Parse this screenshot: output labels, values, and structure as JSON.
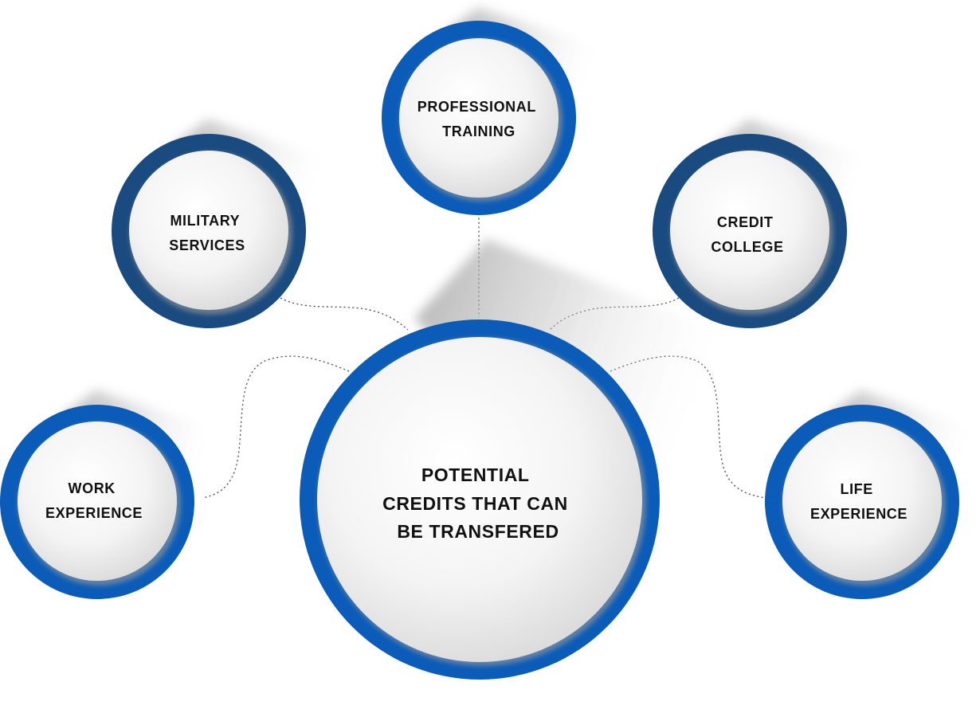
{
  "colors": {
    "bright_blue": "#0b5cb8",
    "dark_blue": "#1a4b80",
    "disc_light": "#fcfcfc",
    "disc_dark": "#d9d9d9",
    "text": "#111111"
  },
  "center": {
    "lines": [
      "POTENTIAL",
      "CREDITS THAT CAN",
      "BE TRANSFERED"
    ]
  },
  "nodes": [
    {
      "id": "professional-training",
      "lines": [
        "PROFESSIONAL",
        "TRAINING"
      ],
      "ring_color": "bright_blue"
    },
    {
      "id": "military-services",
      "lines": [
        "MILITARY",
        "SERVICES"
      ],
      "ring_color": "dark_blue"
    },
    {
      "id": "credit-college",
      "lines": [
        "CREDIT",
        "COLLEGE"
      ],
      "ring_color": "dark_blue"
    },
    {
      "id": "work-experience",
      "lines": [
        "WORK",
        "EXPERIENCE"
      ],
      "ring_color": "bright_blue"
    },
    {
      "id": "life-experience",
      "lines": [
        "LIFE",
        "EXPERIENCE"
      ],
      "ring_color": "bright_blue"
    }
  ]
}
